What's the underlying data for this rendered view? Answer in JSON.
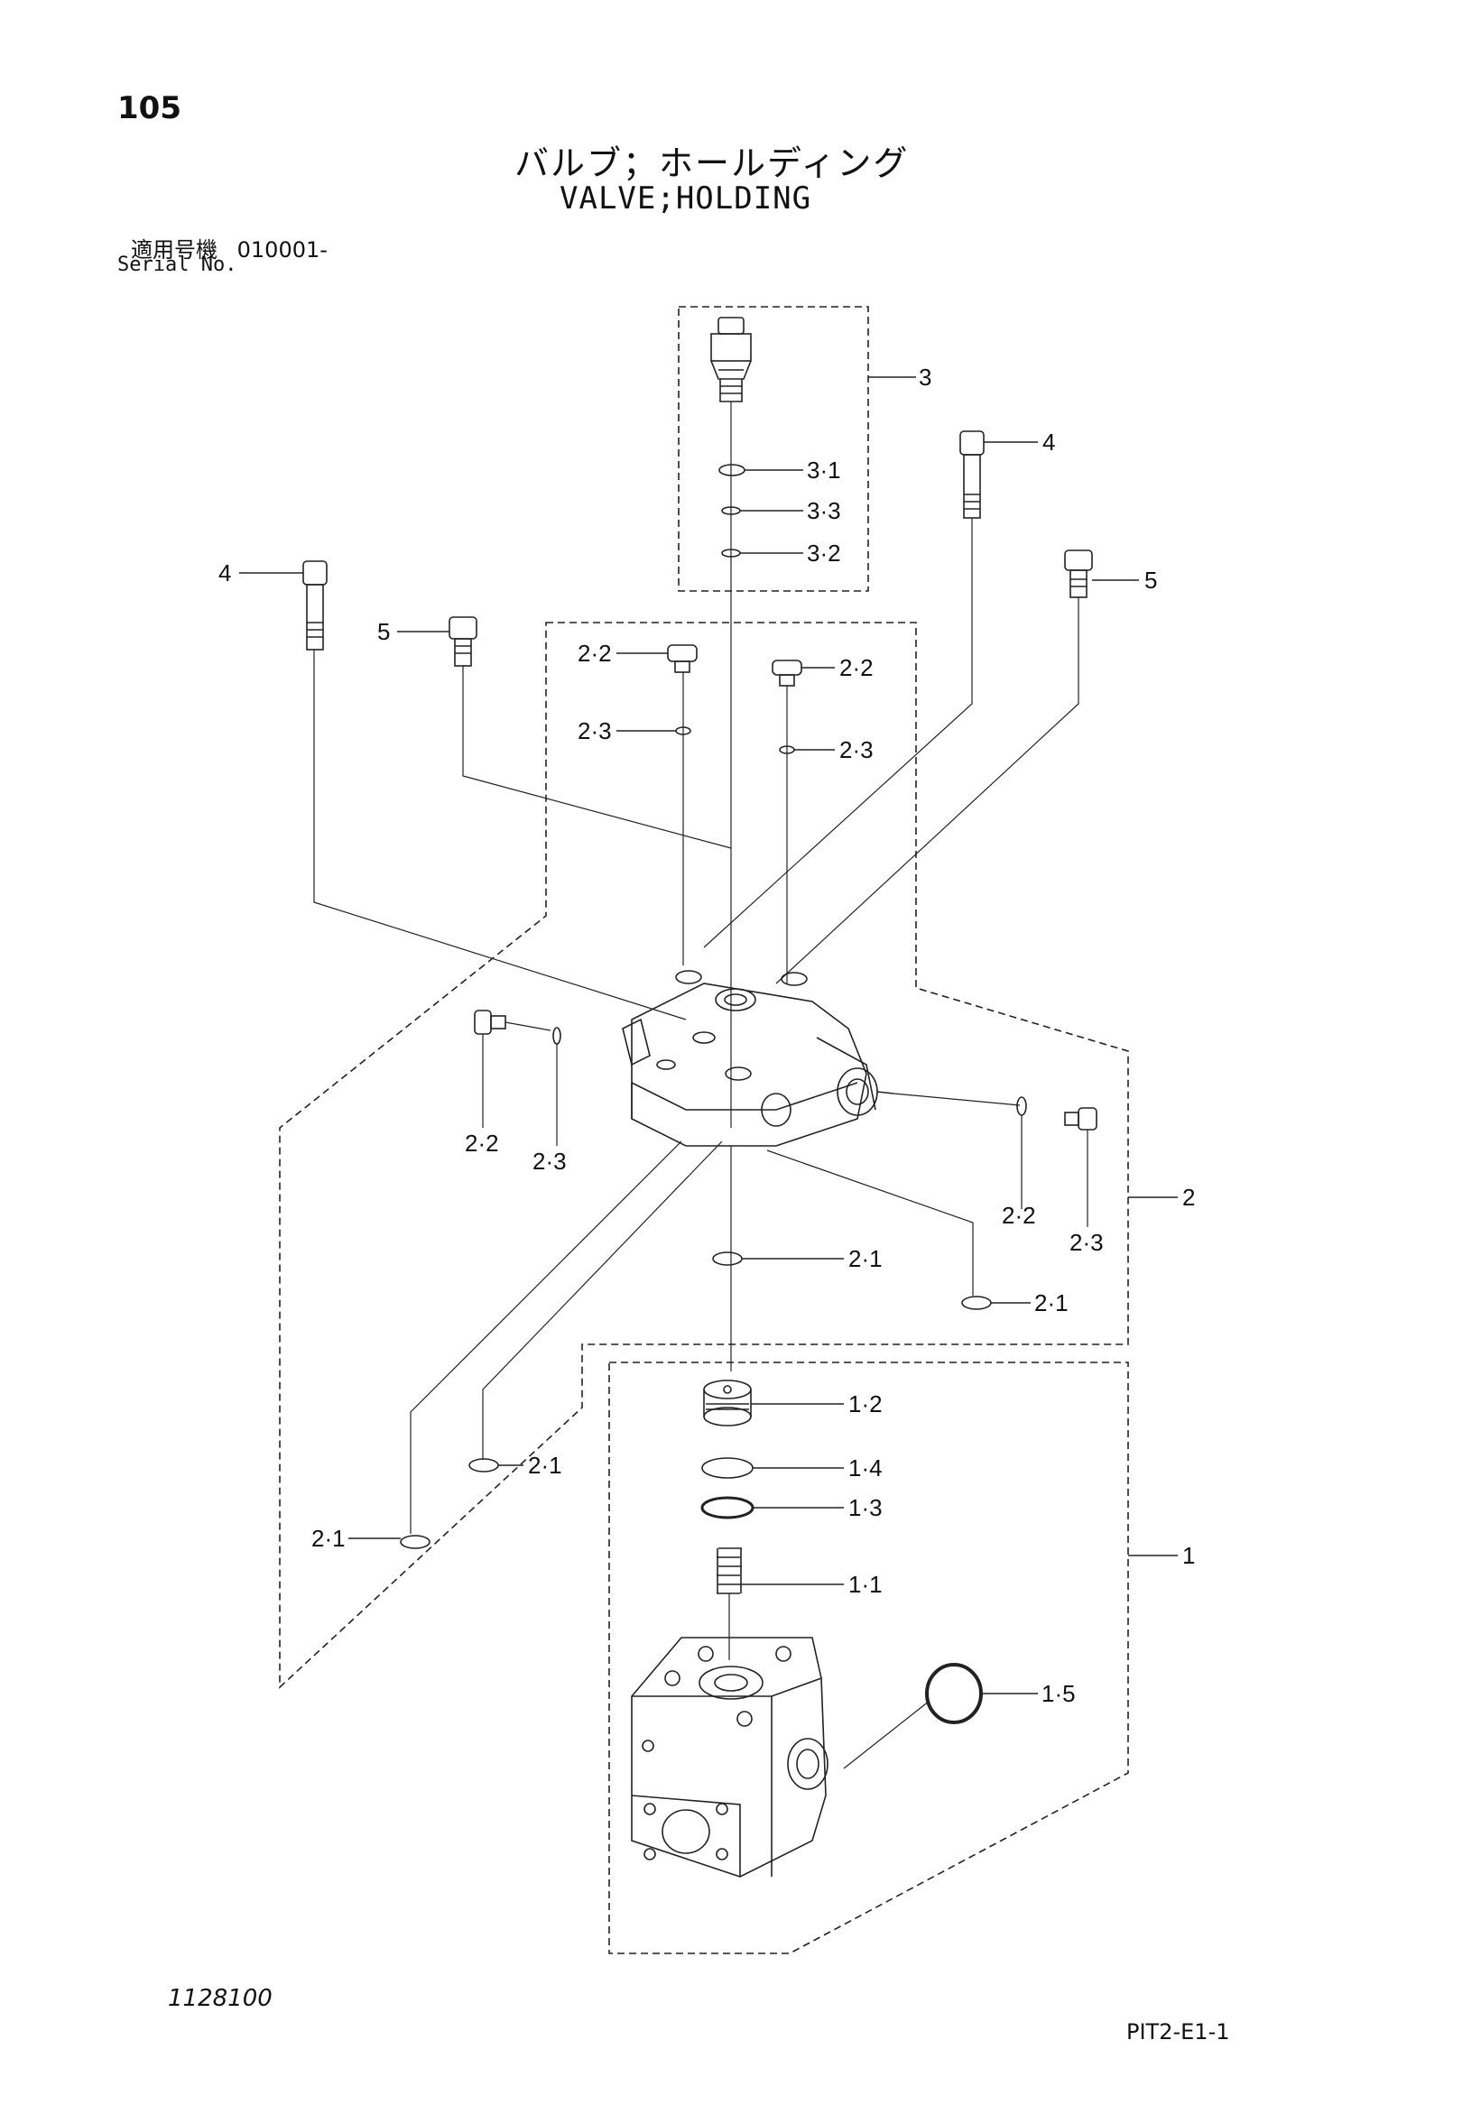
{
  "page_number": "105",
  "title_jp": "バルブ；ホールディング",
  "title_en": "VALVE;HOLDING",
  "serial": {
    "label_jp": "適用号機",
    "value": "010001-",
    "label_en": "Serial No."
  },
  "footer": {
    "left_code": "1128100",
    "right_code": "PIT2-E1-1"
  },
  "callouts": {
    "c1": "1",
    "c1_1": "1·1",
    "c1_2": "1·2",
    "c1_3": "1·3",
    "c1_4": "1·4",
    "c1_5": "1·5",
    "c2": "2",
    "c2_1": "2·1",
    "c2_2": "2·2",
    "c2_3": "2·3",
    "c3": "3",
    "c3_1": "3·1",
    "c3_2": "3·2",
    "c3_3": "3·3",
    "c4": "4",
    "c5": "5"
  }
}
